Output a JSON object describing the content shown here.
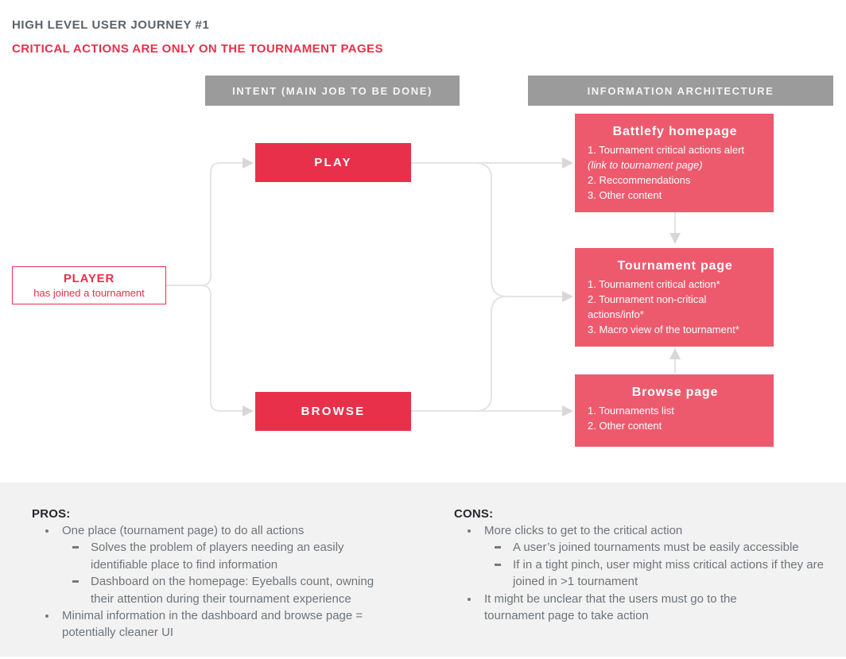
{
  "header": {
    "title": "HIGH LEVEL USER JOURNEY #1",
    "subtitle": "CRITICAL ACTIONS ARE ONLY ON THE TOURNAMENT PAGES"
  },
  "column_headers": {
    "intent": "INTENT (MAIN JOB TO BE DONE)",
    "information_architecture": "INFORMATION ARCHITECTURE"
  },
  "player_node": {
    "title": "PLAYER",
    "subtitle": "has joined a tournament"
  },
  "intent_nodes": {
    "play": "PLAY",
    "browse": "BROWSE"
  },
  "ia_nodes": {
    "homepage": {
      "title": "Battlefy homepage",
      "lines": [
        "1. Tournament critical actions alert",
        "(link to tournament page)",
        "2. Reccommendations",
        "3. Other content"
      ]
    },
    "tournament": {
      "title": "Tournament page",
      "lines": [
        "1. Tournament critical action*",
        "2. Tournament non-critical actions/info*",
        "3. Macro view of the tournament*"
      ]
    },
    "browsepage": {
      "title": "Browse page",
      "lines": [
        "1. Tournaments list",
        "2. Other content"
      ]
    }
  },
  "pros": {
    "heading": "PROS:",
    "items": [
      {
        "level": 1,
        "text": "One place (tournament page) to do all actions"
      },
      {
        "level": 2,
        "text": "Solves the problem of players needing an easily identifiable place to find information"
      },
      {
        "level": 2,
        "text": "Dashboard on the homepage: Eyeballs count, owning their attention during their tournament experience"
      },
      {
        "level": 1,
        "text": "Minimal information in the dashboard and browse page = potentially cleaner UI"
      }
    ]
  },
  "cons": {
    "heading": "CONS:",
    "items": [
      {
        "level": 1,
        "text": "More clicks to get to the critical action"
      },
      {
        "level": 2,
        "text": "A user’s joined tournaments must be easily accessible"
      },
      {
        "level": 2,
        "text": "If in a tight pinch, user might miss critical actions if they are joined in >1 tournament"
      },
      {
        "level": 1,
        "text": "It might be unclear that the users must go to the tournament page to take action"
      }
    ]
  },
  "colors": {
    "accent_red": "#E8304A",
    "panel_red": "#ED5A6E",
    "header_gray": "#9B9B9B",
    "connector_gray": "#E4E4E4",
    "section_bg": "#F2F2F2"
  }
}
